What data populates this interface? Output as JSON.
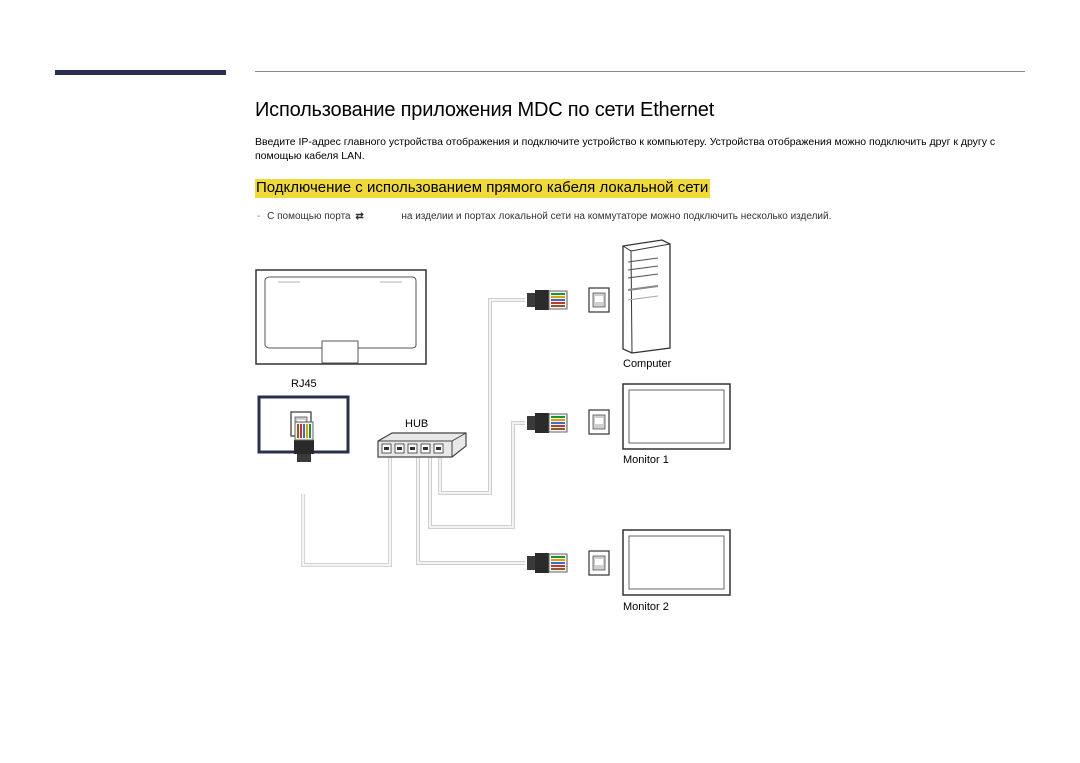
{
  "header": {
    "title": "Использование приложения MDC по сети Ethernet",
    "intro": "Введите IP-адрес главного устройства отображения и подключите устройство к компьютеру. Устройства отображения можно подключить друг к другу с помощью кабеля LAN.",
    "subtitle": "Подключение с использованием прямого кабеля локальной сети",
    "note_bullet": "-",
    "note_before": "С помощью порта",
    "note_icon": "⇄",
    "note_after": "на изделии и портах локальной сети на коммутаторе можно подключить несколько изделий."
  },
  "diagram": {
    "labels": {
      "rj45": "RJ45",
      "hub": "HUB",
      "computer": "Computer",
      "monitor1": "Monitor 1",
      "monitor2": "Monitor 2"
    },
    "colors": {
      "accent_bar": "#2b2f4e",
      "highlight": "#f0d93a",
      "cable": "#c8c8c8",
      "rj45_frame": "#2b2f4e"
    },
    "icons": [
      "display-icon",
      "rj45-port-icon",
      "rj45-plug-icon",
      "hub-icon",
      "computer-tower-icon",
      "monitor-icon"
    ]
  }
}
